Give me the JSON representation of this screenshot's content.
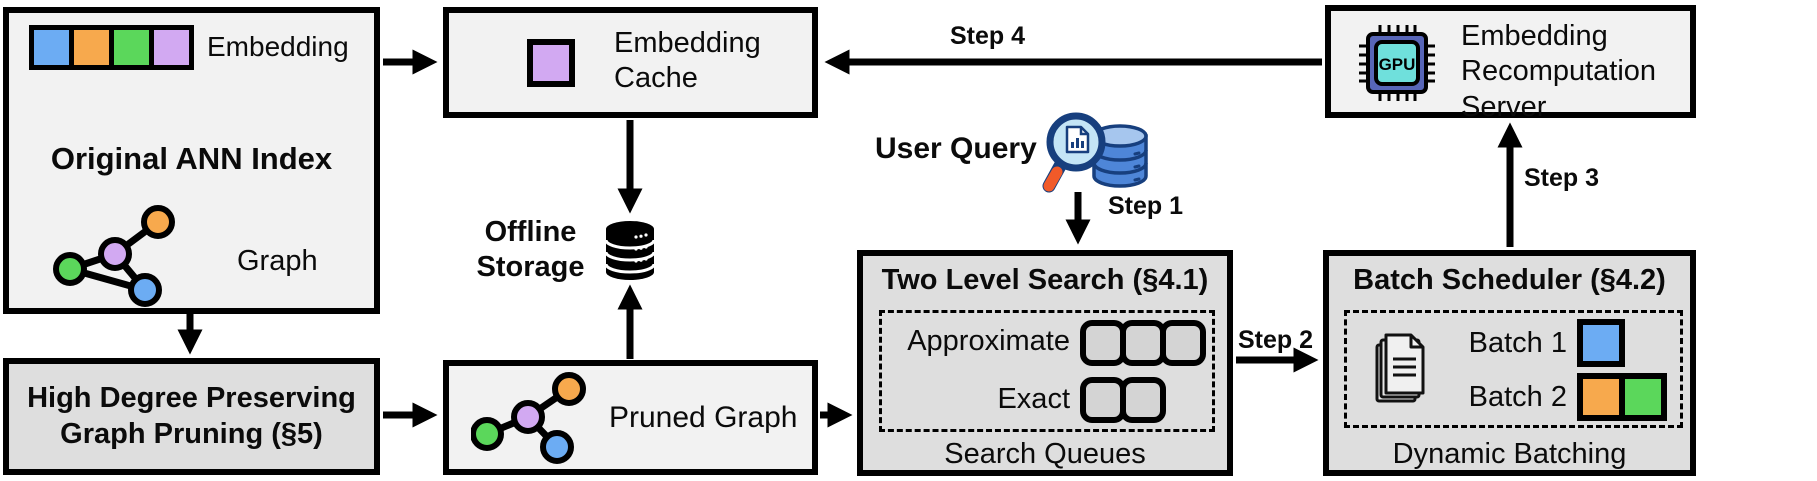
{
  "palette": {
    "blue": "#6CACF3",
    "orange": "#F7A94D",
    "green": "#5BD75B",
    "purple": "#D2A9F2",
    "box_light": "#F2F2F2",
    "box_dark": "#DEDEDE",
    "queue_slot": "#D4D4D4",
    "line": "#000000"
  },
  "original_ann_index": {
    "title": "Original ANN Index",
    "embedding_label": "Embedding",
    "graph_label": "Graph"
  },
  "high_degree_pruning": {
    "label": "High Degree Preserving\nGraph Pruning (§5)"
  },
  "embedding_cache": {
    "label": "Embedding\nCache"
  },
  "offline_storage": {
    "label": "Offline\nStorage"
  },
  "pruned_graph": {
    "label": "Pruned Graph"
  },
  "user_query": {
    "label": "User Query"
  },
  "steps": {
    "step1": "Step 1",
    "step2": "Step 2",
    "step3": "Step 3",
    "step4": "Step 4"
  },
  "two_level_search": {
    "title": "Two Level Search (§4.1)",
    "approximate_label": "Approximate",
    "approximate_slots": 3,
    "exact_label": "Exact",
    "exact_slots": 2,
    "footer": "Search Queues"
  },
  "batch_scheduler": {
    "title": "Batch Scheduler (§4.2)",
    "batch1_label": "Batch 1",
    "batch2_label": "Batch 2",
    "footer": "Dynamic Batching"
  },
  "embedding_recomputation_server": {
    "label": "Embedding\nRecomputation\nServer",
    "gpu_text": "GPU"
  }
}
